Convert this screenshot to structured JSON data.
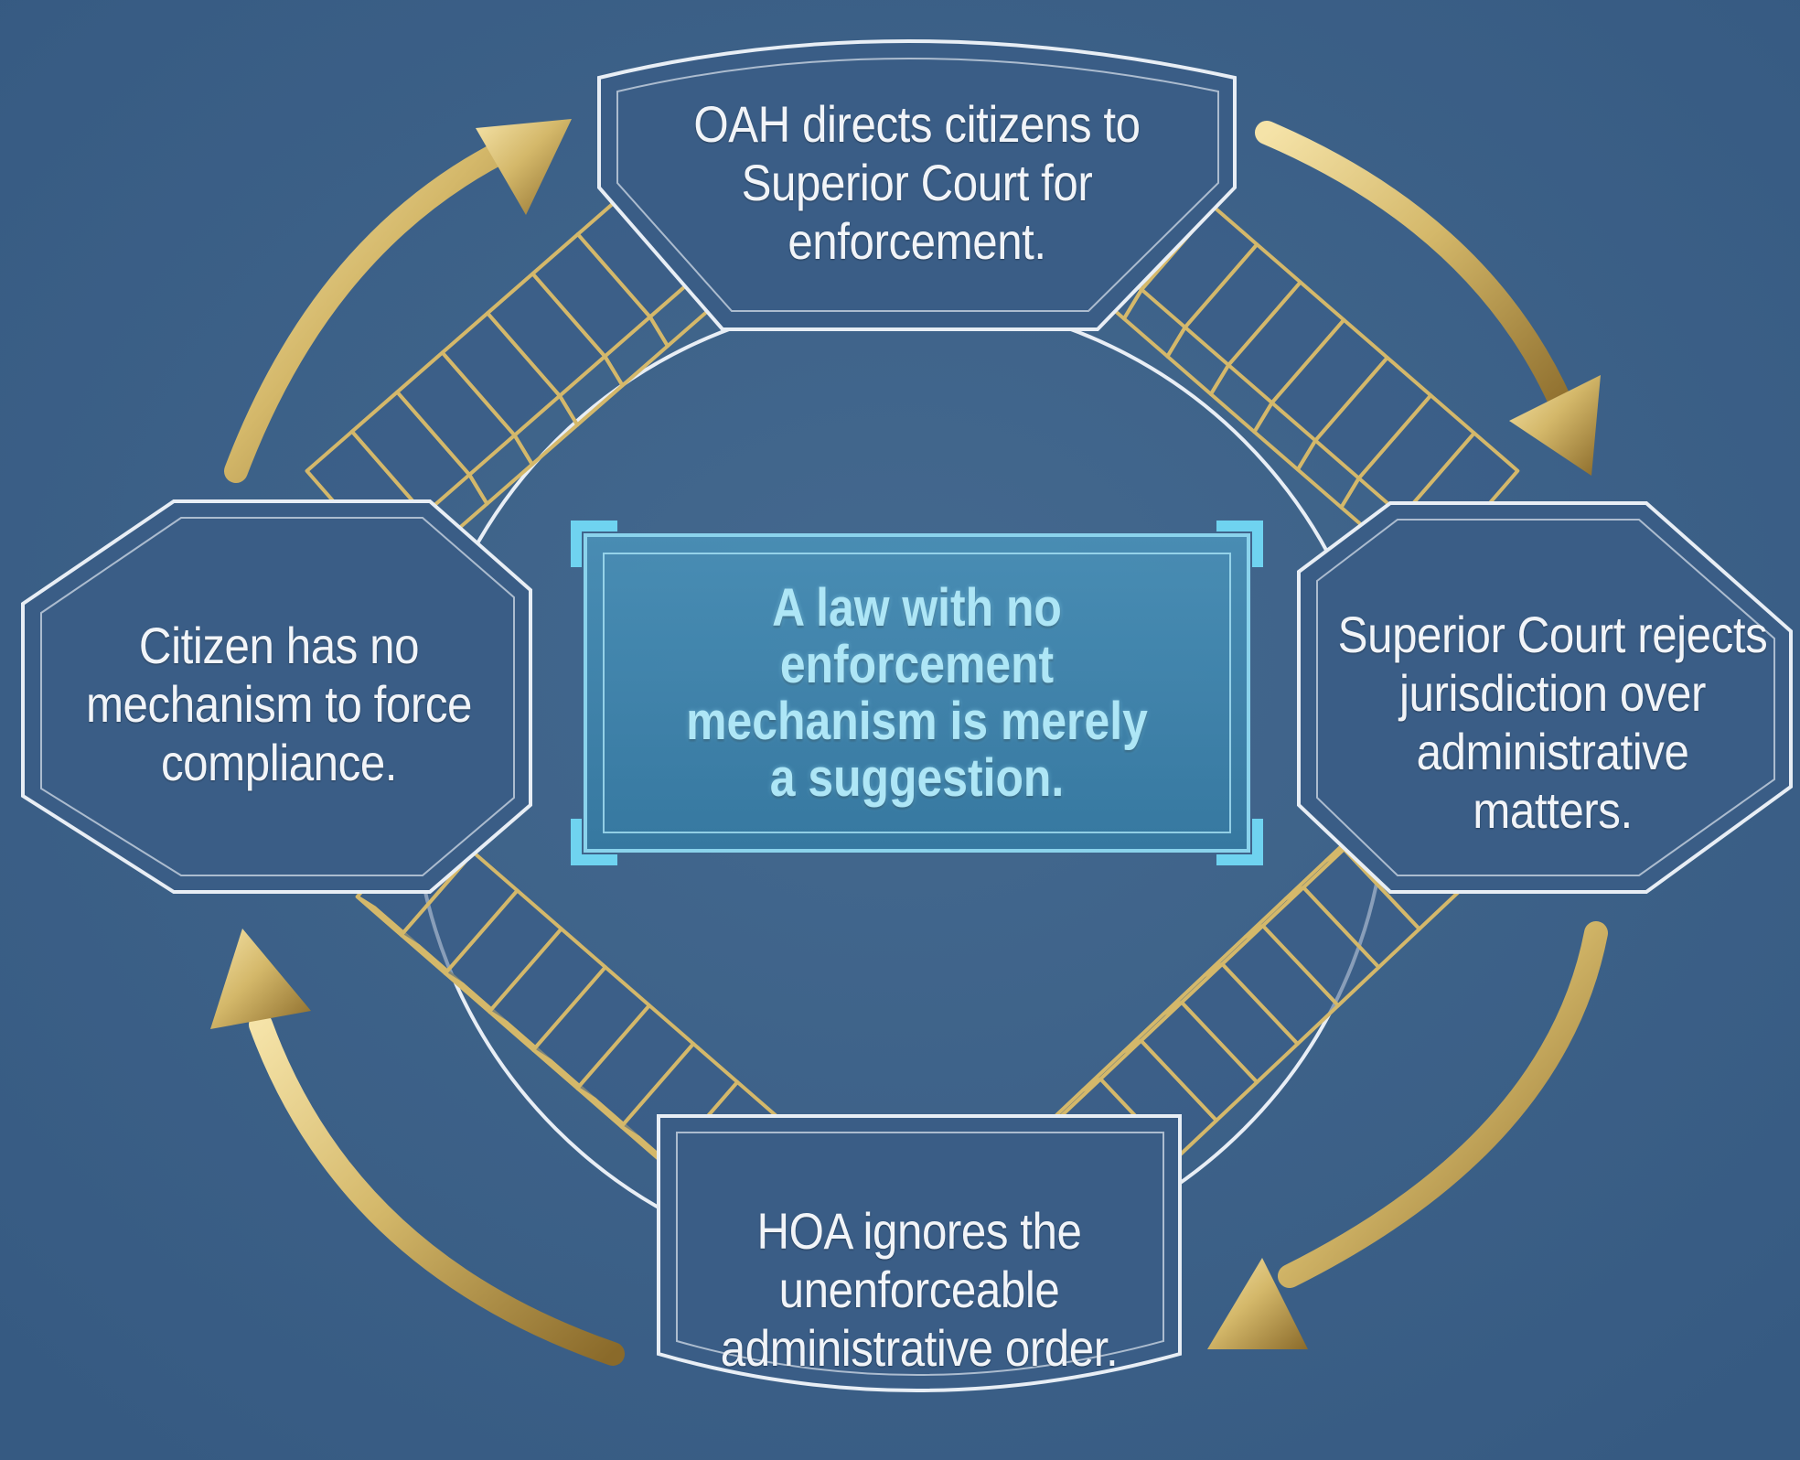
{
  "nodes": {
    "top": {
      "text": "OAH directs citizens to Superior Court for enforcement."
    },
    "right": {
      "text": "Superior Court rejects jurisdiction over administrative matters."
    },
    "bottom": {
      "text": "HOA ignores the unenforceable administrative order."
    },
    "left": {
      "text": "Citizen has no mechanism to force compliance."
    }
  },
  "center": {
    "text": "A law with no enforcement mechanism is merely a suggestion."
  },
  "colors": {
    "background": "#3c6089",
    "outline": "#e8eef5",
    "gold": "#d4b86a",
    "gold_dark": "#8a6a2a",
    "center_fill": "#3f82a8",
    "center_accent": "#6fd3f0",
    "center_text": "#aee6f6"
  },
  "icons": {
    "arrows": "curved-gold-arrow-icon",
    "stairs": "staircase-icon"
  }
}
